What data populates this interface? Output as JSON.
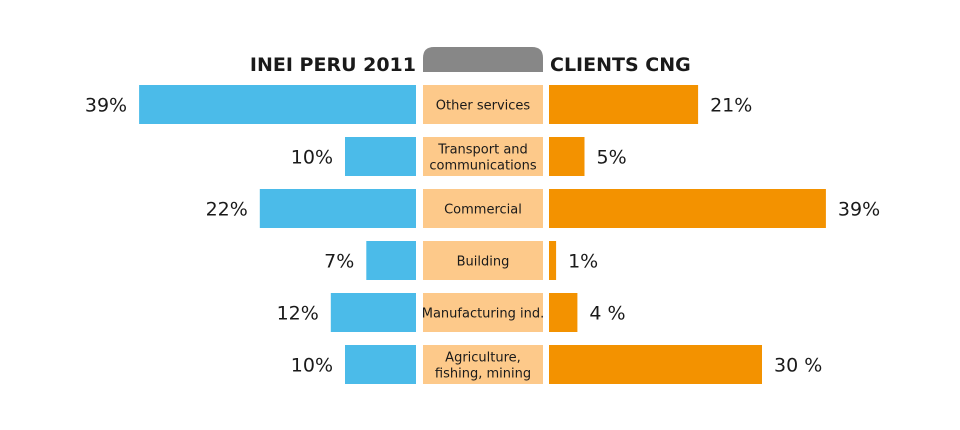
{
  "chart_data": {
    "type": "bar",
    "layout": "back-to-back",
    "categories": [
      [
        "Other services"
      ],
      [
        "Transport and",
        "communications"
      ],
      [
        "Commercial"
      ],
      [
        "Building"
      ],
      [
        "Manufacturing ind."
      ],
      [
        "Agriculture,",
        "fishing, mining"
      ]
    ],
    "series": [
      {
        "name": "INEI PERU 2011",
        "side": "left",
        "color": "#4bbbe9",
        "values": [
          39,
          10,
          22,
          7,
          12,
          10
        ],
        "labels": [
          "39%",
          "10%",
          "22%",
          "7%",
          "12%",
          "10%"
        ]
      },
      {
        "name": "CLIENTS CNG",
        "side": "right",
        "color": "#f39200",
        "values": [
          21,
          5,
          39,
          1,
          4,
          30
        ],
        "labels": [
          "21%",
          "5%",
          "39%",
          "1%",
          "4 %",
          "30 %"
        ]
      }
    ],
    "category_box_color": "#fdc98a",
    "header_tab_color": "#878787",
    "xlim": [
      0,
      39
    ],
    "grid": false,
    "legend": "top"
  }
}
